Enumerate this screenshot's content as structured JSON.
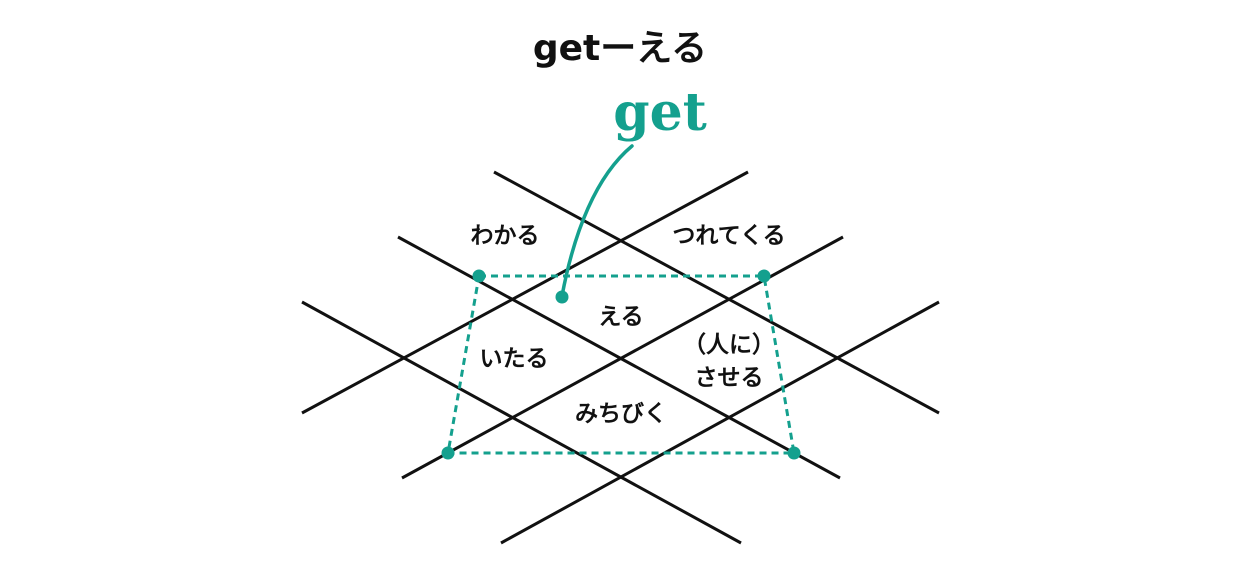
{
  "title": "getーえる",
  "keyword": "get",
  "labels": {
    "wakaru": "わかる",
    "tsuretekuru": "つれてくる",
    "eru": "える",
    "itaru": "いたる",
    "hito_ni": "（人に）",
    "saseru": "させる",
    "michibiku": "みちびく"
  },
  "colors": {
    "accent": "#14a08e",
    "line": "#111111",
    "text": "#111111"
  }
}
